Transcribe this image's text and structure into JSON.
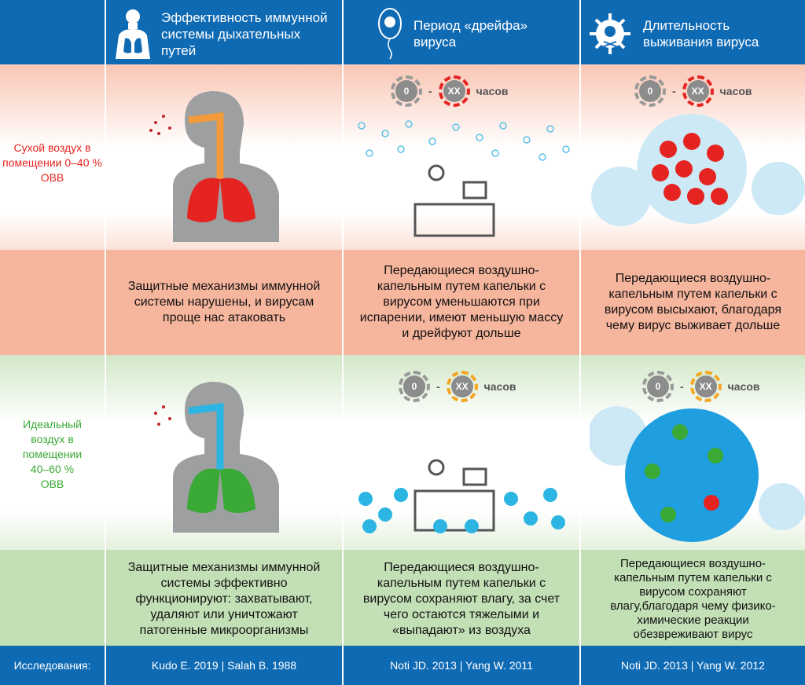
{
  "header": {
    "col1": "Эффективность иммунной системы дыхательных путей",
    "col2": "Период «дрейфа» вируса",
    "col3": "Длительность выживания вируса"
  },
  "rows": [
    {
      "label": "Сухой воздух в помещении 0–40 % ОВВ",
      "label_color": "#e52421",
      "timer": {
        "from": "0",
        "to": "XX",
        "unit": "часов",
        "to_color": "#e52421"
      },
      "texts": [
        "Защитные механизмы иммунной системы нарушены, и вирусам проще нас атаковать",
        "Передающиеся воздушно-капельным путем капельки с вирусом уменьшаются при испарении, имеют меньшую массу и дрейфуют дольше",
        "Передающиеся воздушно-капельным путем капельки с вирусом высыхают, благодаря чему вирус выживает дольше"
      ]
    },
    {
      "label": "Идеальный воздух в помещении 40–60 % ОВВ",
      "label_color": "#3aa935",
      "timer": {
        "from": "0",
        "to": "XX",
        "unit": "часов",
        "to_color": "#f5a623"
      },
      "texts": [
        "Защитные механизмы иммунной системы эффективно функционируют: захватывают, удаляют или уничтожают патогенные микроорганизмы",
        "Передающиеся воздушно-капельным путем капельки с вирусом сохраняют влагу, за счет чего остаются тяжелыми и «выпадают» из воздуха",
        "Передающиеся воздушно-капельным путем капельки с вирусом сохраняют влагу,благодаря чему физико-химические реакции обезвреживают вирус"
      ]
    }
  ],
  "footer": {
    "label": "Исследования:",
    "col1": "Kudo E. 2019 | Salah B. 1988",
    "col2": "Noti JD. 2013 | Yang W. 2011",
    "col3": "Noti JD. 2013 | Yang W. 2012"
  },
  "colors": {
    "blue": "#0f6ab4",
    "dry": "#f6b59d",
    "ideal": "#c2dfb6"
  }
}
